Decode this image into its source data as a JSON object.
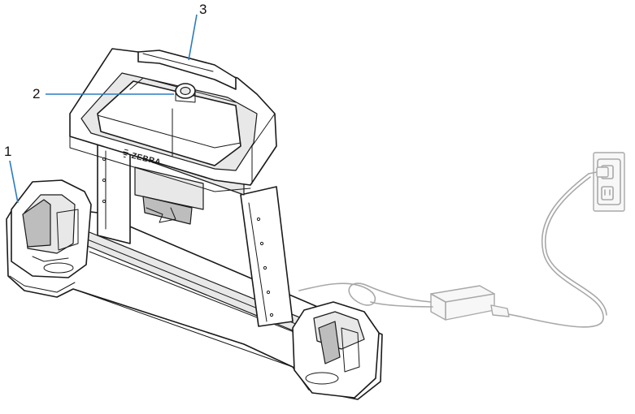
{
  "callouts": [
    {
      "number": "1"
    },
    {
      "number": "2"
    },
    {
      "number": "3"
    }
  ],
  "brand_text": "ZEBRA",
  "colors": {
    "leader": "#2a7bc0",
    "line": "#1a1a1a",
    "cable": "#a8a8a8"
  }
}
